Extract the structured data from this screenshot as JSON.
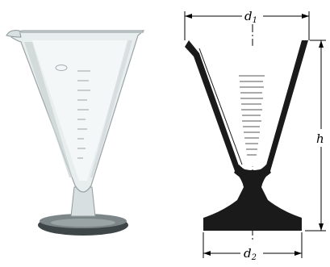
{
  "figure": {
    "dimensions": {
      "top_diameter": {
        "symbol": "d",
        "subscript": "1"
      },
      "bottom_diameter": {
        "symbol": "d",
        "subscript": "2"
      },
      "height": {
        "symbol": "h"
      }
    },
    "colors": {
      "glass_edge": "#9aa3a6",
      "glass_fill": "#e9eeee",
      "glass_highlight": "#f7fafa",
      "base_fill": "#5d6668",
      "profile_fill": "#1a1a1a",
      "line": "#000000",
      "grid": "#7d7d7d"
    }
  }
}
